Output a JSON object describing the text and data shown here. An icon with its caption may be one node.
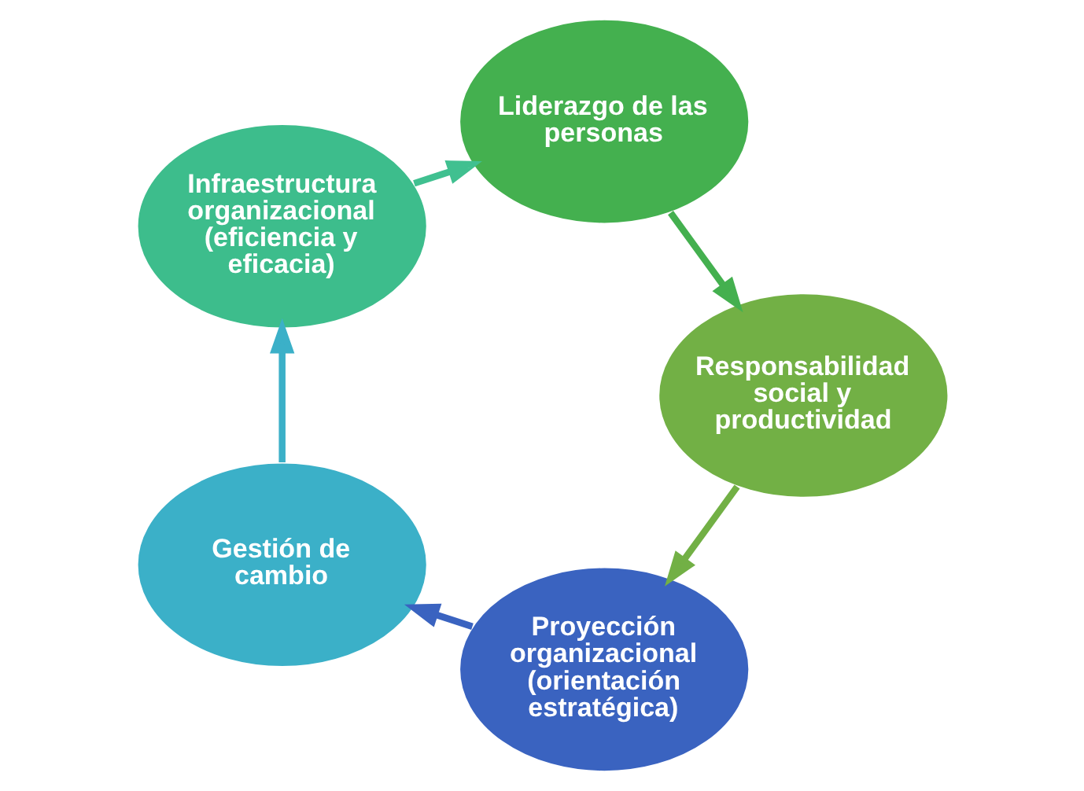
{
  "diagram": {
    "nodes": [
      {
        "text": [
          "Proyección organizacional (orientación estratégica)"
        ]
      },
      {
        "text": [
          "Gestión de cambio"
        ]
      },
      {
        "text": [
          "Infraestructura organizacional (eficiencia y eficacia)"
        ]
      },
      {
        "text": [
          "Liderazgo de las personas"
        ]
      },
      {
        "text": [
          "Responsabilidad social y productividad"
        ]
      }
    ],
    "edges": [
      {
        "from": 0,
        "to": 1,
        "arrow": "to",
        "color": "#3a63c0"
      },
      {
        "from": 1,
        "to": 2,
        "arrow": "to",
        "color": "#3bb0c8"
      },
      {
        "from": 2,
        "to": 3,
        "arrow": "to",
        "color": "#40c090"
      },
      {
        "from": 3,
        "to": 4,
        "arrow": "to",
        "color": "#44b04f"
      },
      {
        "from": 4,
        "to": 0,
        "arrow": "to",
        "color": "#72b045"
      }
    ]
  }
}
